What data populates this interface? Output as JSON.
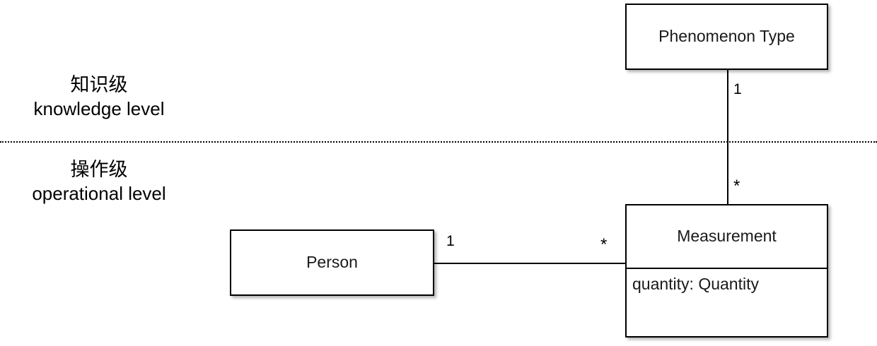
{
  "diagram": {
    "type": "uml-class-diagram",
    "levels": [
      {
        "id": "knowledge",
        "label_cn": "知识级",
        "label_en": "knowledge level"
      },
      {
        "id": "operational",
        "label_cn": "操作级",
        "label_en": "operational level"
      }
    ],
    "separator": {
      "style": "dotted",
      "color": "#000000"
    },
    "classes": [
      {
        "id": "phenomenon-type",
        "name": "Phenomenon Type",
        "level": "knowledge",
        "attributes": []
      },
      {
        "id": "measurement",
        "name": "Measurement",
        "level": "operational",
        "attributes": [
          "quantity: Quantity"
        ]
      },
      {
        "id": "person",
        "name": "Person",
        "level": "operational",
        "attributes": []
      }
    ],
    "associations": [
      {
        "id": "phenomenon-measurement",
        "from": "phenomenon-type",
        "to": "measurement",
        "from_multiplicity": "1",
        "to_multiplicity": "*",
        "orientation": "vertical"
      },
      {
        "id": "person-measurement",
        "from": "person",
        "to": "measurement",
        "from_multiplicity": "1",
        "to_multiplicity": "*",
        "orientation": "horizontal"
      }
    ],
    "colors": {
      "background": "#ffffff",
      "stroke": "#000000",
      "text": "#1a1a1a"
    }
  }
}
